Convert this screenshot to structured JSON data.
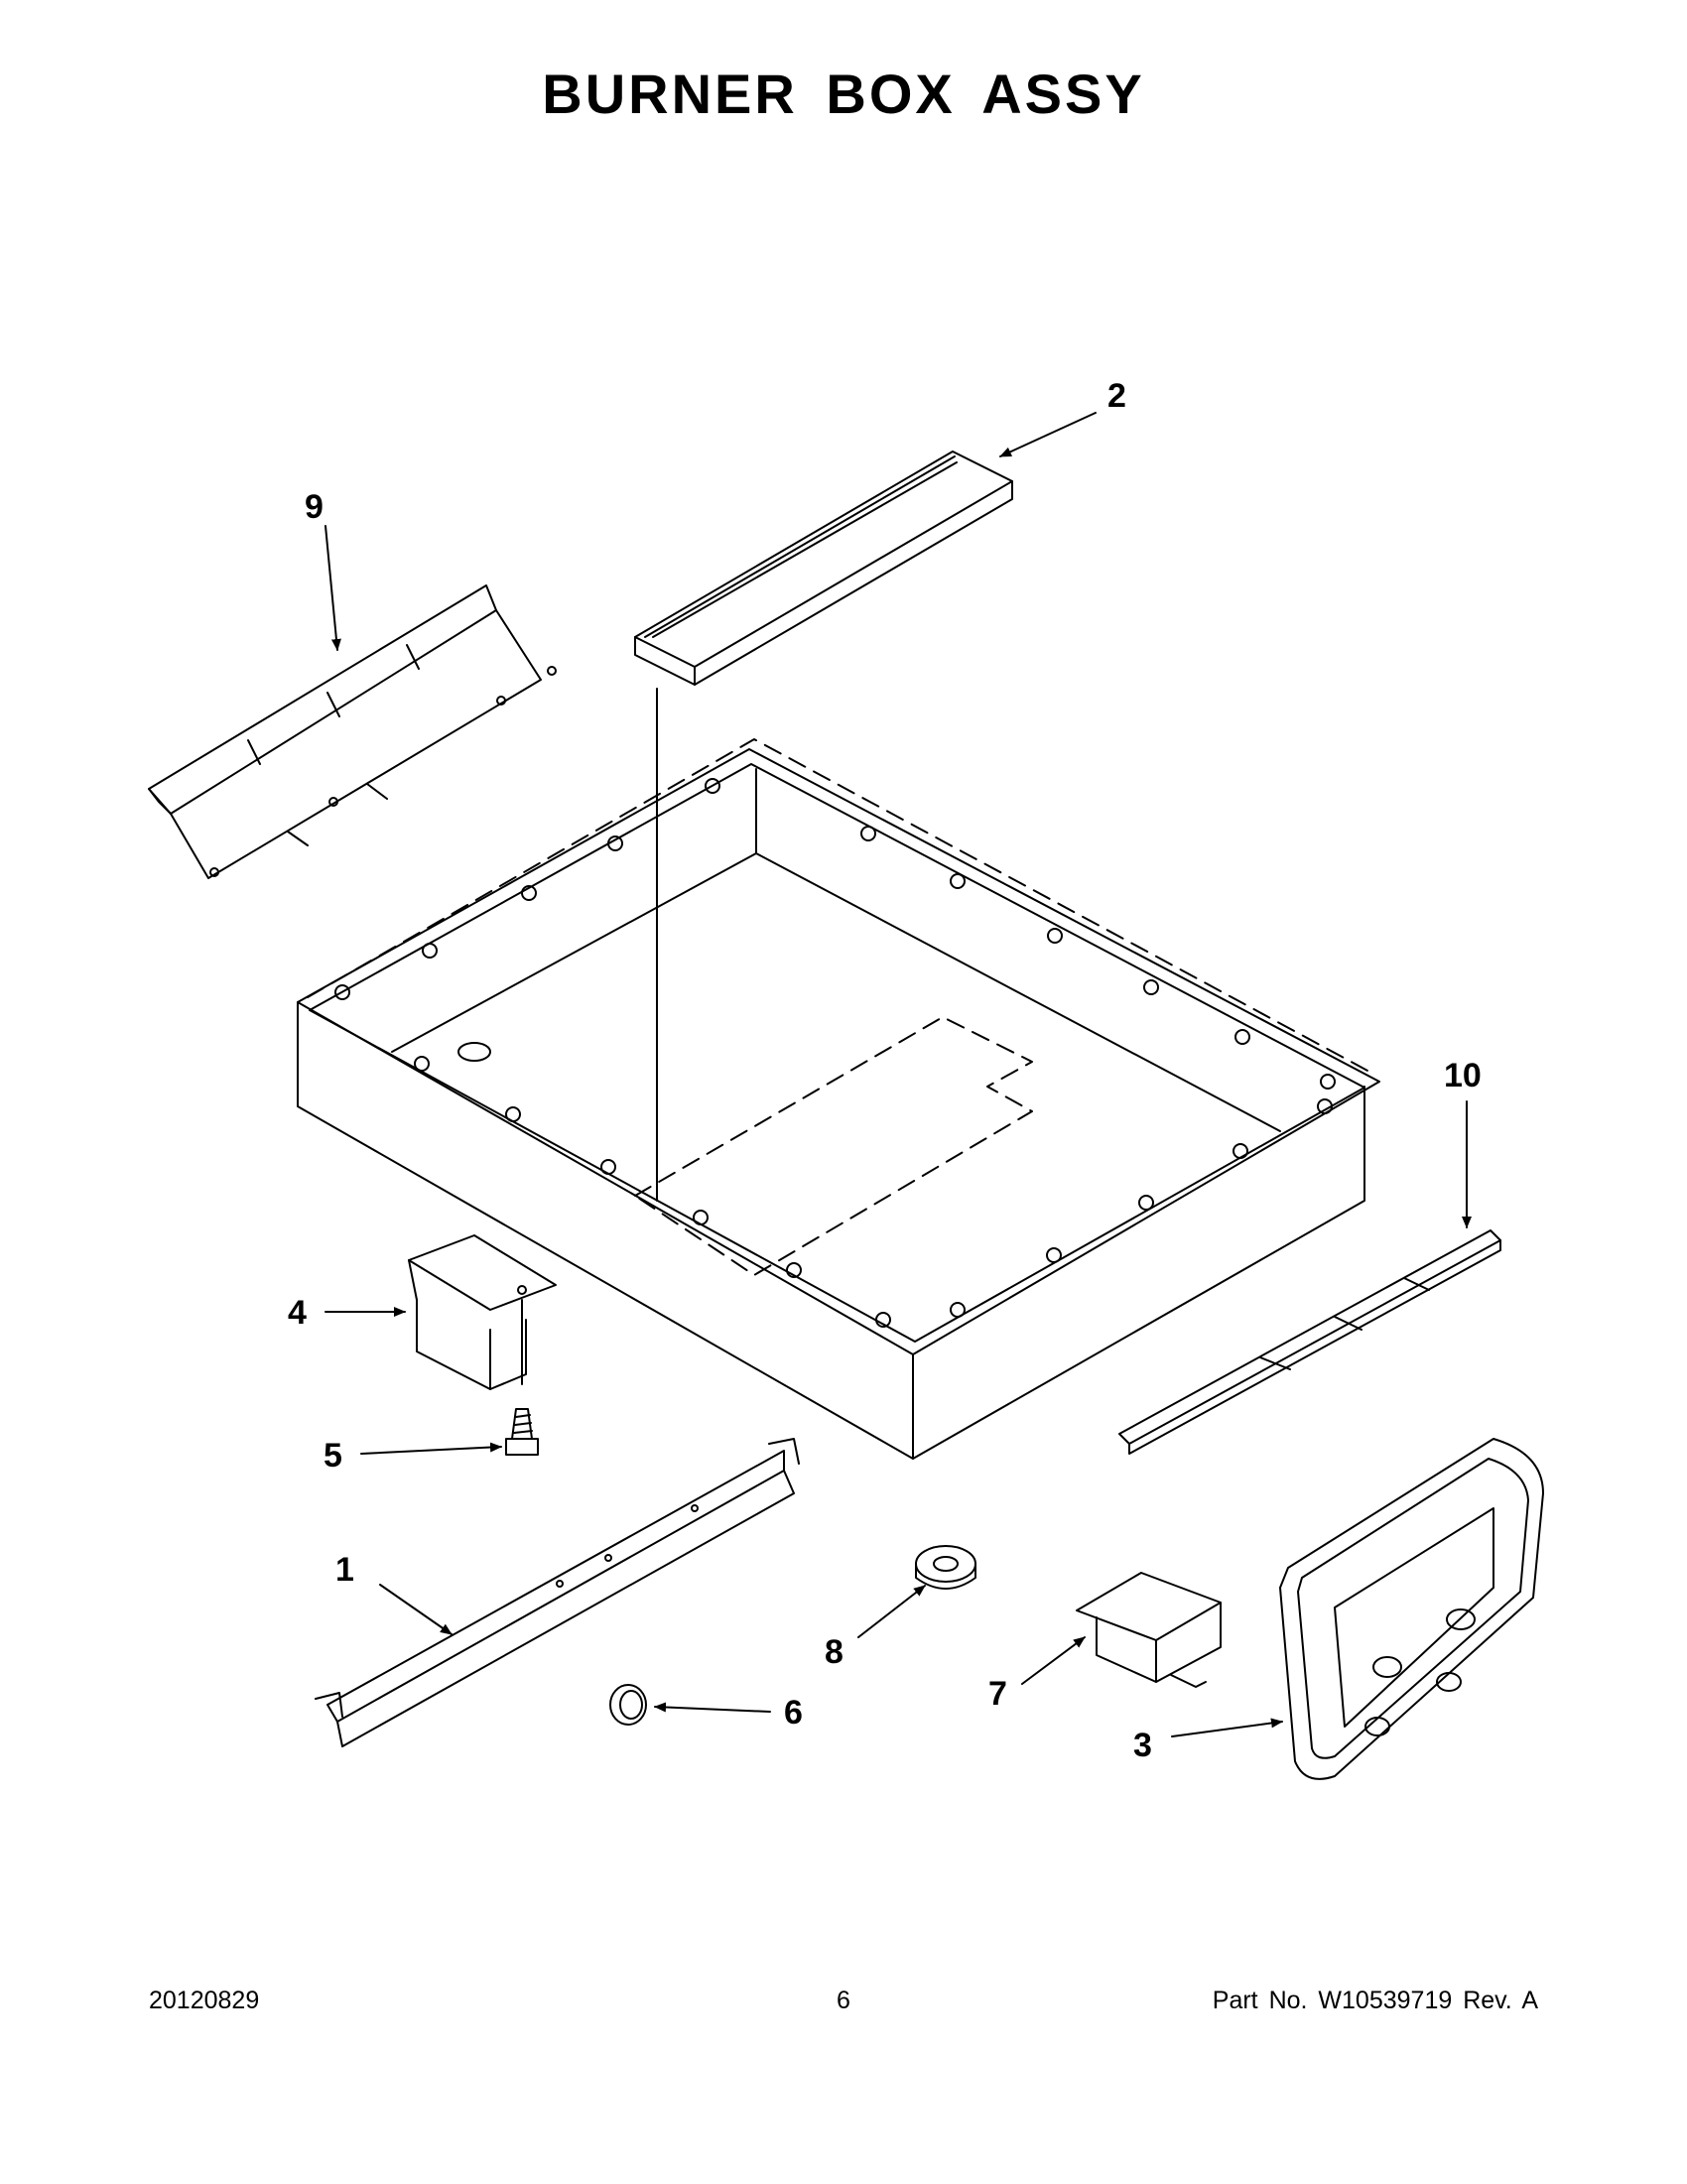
{
  "page": {
    "title": "BURNER BOX ASSY",
    "footer": {
      "date": "20120829",
      "page_number": "6",
      "part_info": "Part No.  W10539719  Rev.  A"
    }
  },
  "callouts": [
    "1",
    "2",
    "3",
    "4",
    "5",
    "6",
    "7",
    "8",
    "9",
    "10"
  ],
  "colors": {
    "line": "#000000",
    "background": "#ffffff",
    "part_fill": "#ffffff"
  }
}
